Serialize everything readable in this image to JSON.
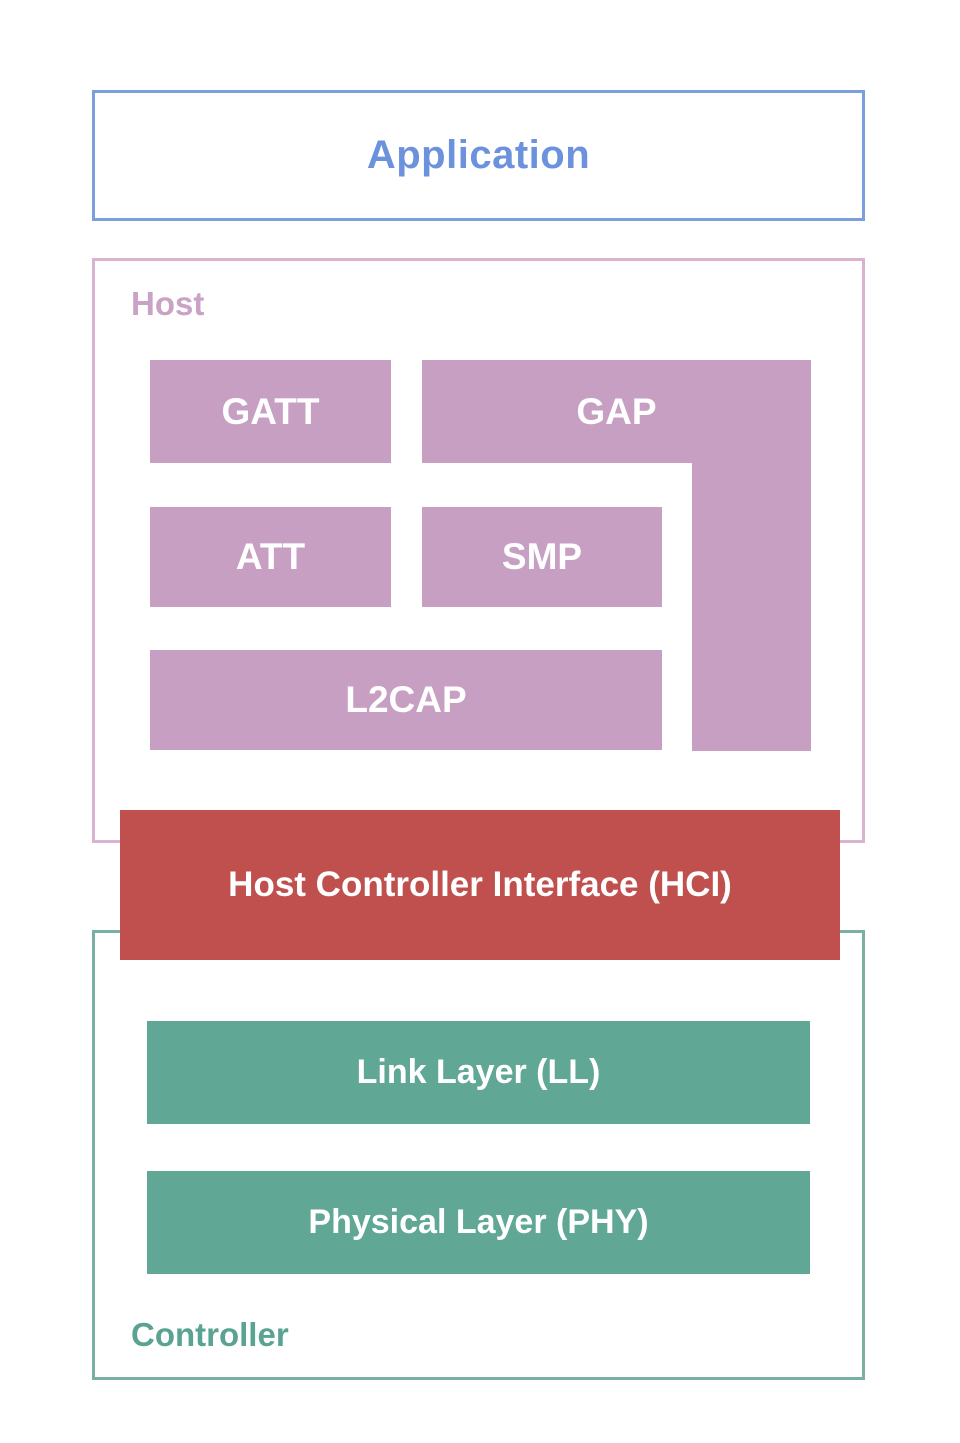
{
  "diagram": {
    "title_hint": "Bluetooth Low Energy protocol stack",
    "application": {
      "label": "Application"
    },
    "host": {
      "label": "Host",
      "blocks": {
        "gatt": "GATT",
        "gap": "GAP",
        "att": "ATT",
        "smp": "SMP",
        "l2cap": "L2CAP"
      }
    },
    "hci": {
      "label": "Host Controller Interface (HCI)"
    },
    "controller": {
      "label": "Controller",
      "blocks": {
        "link_layer": "Link Layer (LL)",
        "physical_layer": "Physical Layer (PHY)"
      }
    },
    "colors": {
      "application_border": "#7b9edd",
      "application_text": "#6d92dd",
      "host_border": "#d9b3cf",
      "host_label_text": "#c9a2c5",
      "host_block_fill": "#c79fc3",
      "hci_fill": "#c0504d",
      "controller_border": "#79b0a3",
      "controller_label_text": "#5aa392",
      "controller_block_fill": "#60a795",
      "block_text": "#ffffff"
    }
  }
}
